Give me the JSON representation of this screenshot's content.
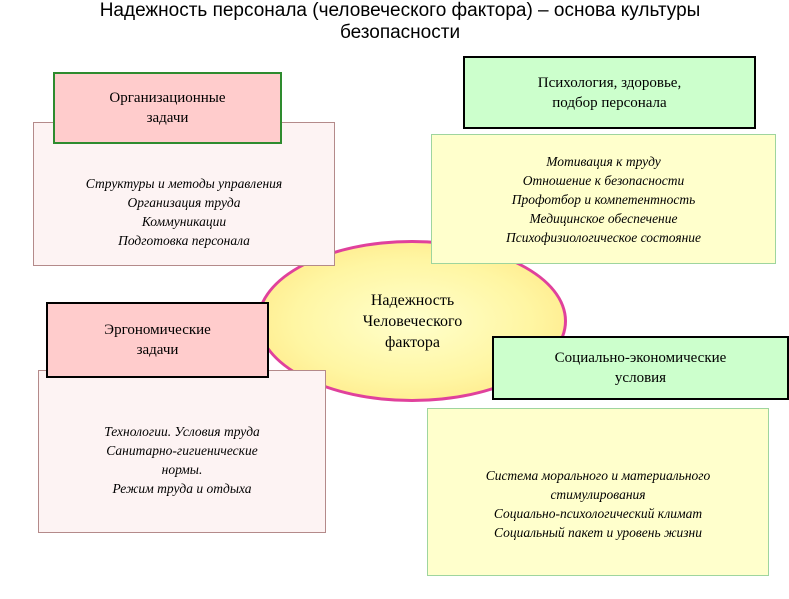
{
  "title": "Надежность персонала (человеческого фактора) – основа культуры безопасности",
  "center": {
    "lines": [
      "Надежность",
      "Человеческого",
      "фактора"
    ]
  },
  "org": {
    "header": [
      "Организационные",
      "задачи"
    ],
    "items": [
      "Структуры и методы управления",
      "Организация труда",
      "Коммуникации",
      "Подготовка персонала"
    ]
  },
  "psy": {
    "header": [
      "Психология, здоровье,",
      "подбор персонала"
    ],
    "items": [
      "Мотивация к труду",
      "Отношение к безопасности",
      "Профотбор и компетентность",
      "Медицинское обеспечение",
      "Психофизиологическое состояние"
    ]
  },
  "erg": {
    "header": [
      "Эргономические",
      "задачи"
    ],
    "items": [
      "Технологии. Условия труда",
      "Санитарно-гигиенические",
      "нормы.",
      "Режим труда и отдыха"
    ]
  },
  "soc": {
    "header": [
      "Социально-экономические",
      "условия"
    ],
    "items": [
      "Система морального и материального",
      "стимулирования",
      "Социально-психологический климат",
      "Социальный пакет и уровень жизни"
    ]
  },
  "colors": {
    "pink_header": "#ffcccc",
    "green_header": "#ccffcc",
    "pink_content": "#fdf3f3",
    "yellow_content": "#ffffcc",
    "ellipse_border": "#e0419c"
  }
}
